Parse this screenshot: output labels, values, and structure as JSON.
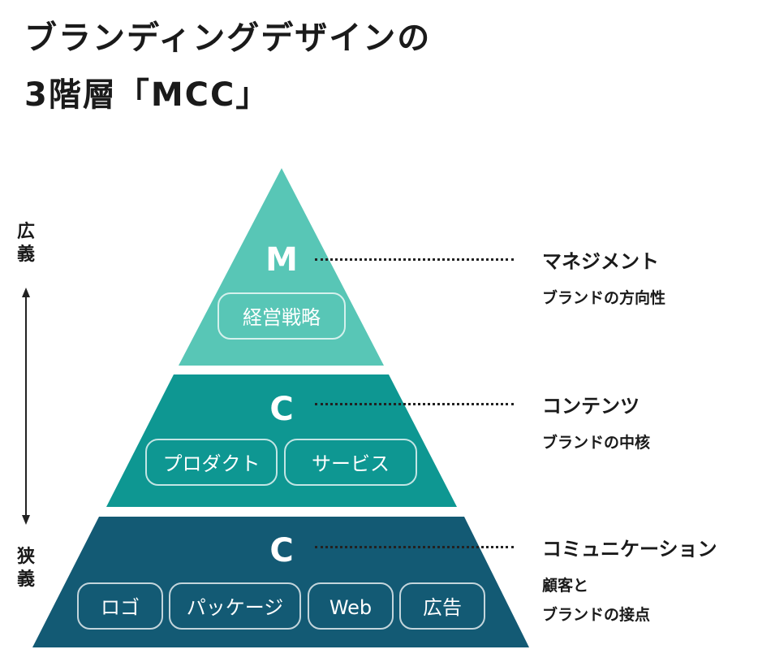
{
  "title": {
    "line1": "ブランディングデザインの",
    "line2": "3階層「MCC」"
  },
  "axis": {
    "top": [
      "広",
      "義"
    ],
    "bottom": [
      "狭",
      "義"
    ]
  },
  "colors": {
    "tier_m": "#58c6b6",
    "tier_c1": "#0e9792",
    "tier_c2": "#135a74"
  },
  "tiers": [
    {
      "letter": "M",
      "items": [
        "経営戦略"
      ],
      "label": "マネジメント",
      "sub": [
        "ブランドの方向性"
      ]
    },
    {
      "letter": "C",
      "items": [
        "プロダクト",
        "サービス"
      ],
      "label": "コンテンツ",
      "sub": [
        "ブランドの中核"
      ]
    },
    {
      "letter": "C",
      "items": [
        "ロゴ",
        "パッケージ",
        "Web",
        "広告"
      ],
      "label": "コミュニケーション",
      "sub": [
        "顧客と",
        "ブランドの接点"
      ]
    }
  ]
}
